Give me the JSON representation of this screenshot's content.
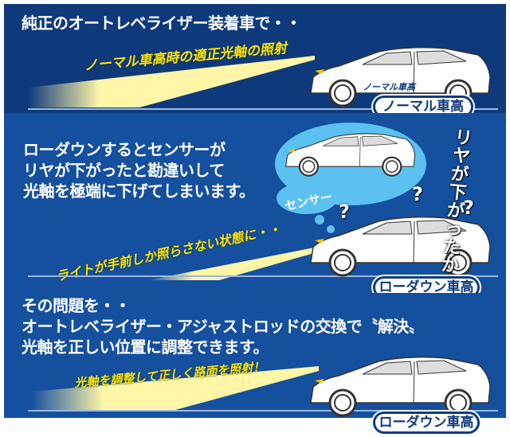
{
  "section1": {
    "heading": "純正のオートレベライザー装着車で・・",
    "beam_caption": "ノーマル車高時の適正光軸の照射",
    "car_door_label": "ノーマル車高",
    "badge": "ノーマル車高"
  },
  "section2": {
    "lines": [
      "ローダウンするとセンサーが",
      "リヤが下がったと勘違いして",
      "光軸を極端に下げてしまいます。"
    ],
    "sensor_bubble": "センサー",
    "question_mark": "?",
    "vertical_caption": "リヤが下がったかな",
    "beam_caption": "ライトが手前しか照らさない状態に・・",
    "badge": "ローダウン車高"
  },
  "section3": {
    "lines": [
      "その問題を・・",
      "オートレベライザー・アジャストロッドの交換で〝解決〟",
      "光軸を正しい位置に調整できます。"
    ],
    "beam_caption": "光軸を調整して正しく路面を照射！",
    "badge": "ローダウン車高"
  },
  "colors": {
    "navy": "#0e3a7c",
    "blue": "#15509f",
    "beam": "#fff6a8",
    "caption": "#ffe600"
  }
}
